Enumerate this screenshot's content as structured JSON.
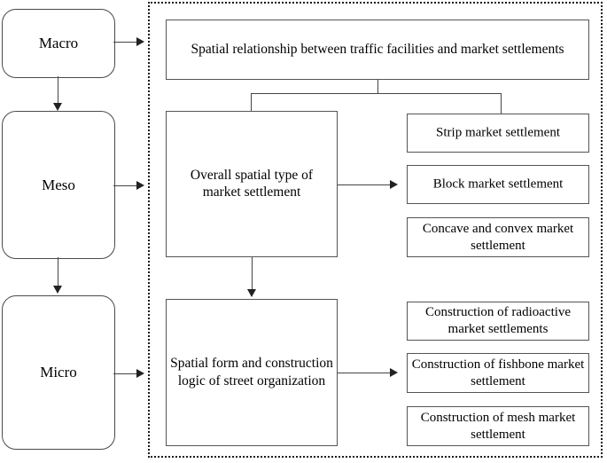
{
  "diagram": {
    "scale_levels": [
      {
        "label": "Macro"
      },
      {
        "label": "Meso"
      },
      {
        "label": "Micro"
      }
    ],
    "root": {
      "label": "Spatial relationship between traffic facilities and market settlements"
    },
    "branches": [
      {
        "parent": {
          "label": "Overall spatial type of market settlement"
        },
        "children": [
          {
            "label": "Strip market settlement"
          },
          {
            "label": "Block market settlement"
          },
          {
            "label": "Concave and convex market settlement"
          }
        ]
      },
      {
        "parent": {
          "label": "Spatial form and construction logic of street organization"
        },
        "children": [
          {
            "label": "Construction of radioactive market settlements"
          },
          {
            "label": "Construction of fishbone market settlement"
          },
          {
            "label": "Construction of mesh market settlement"
          }
        ]
      }
    ],
    "colors": {
      "stroke": "#555555",
      "frame": "#1a1a1a",
      "background": "#ffffff",
      "text": "#000000"
    }
  }
}
